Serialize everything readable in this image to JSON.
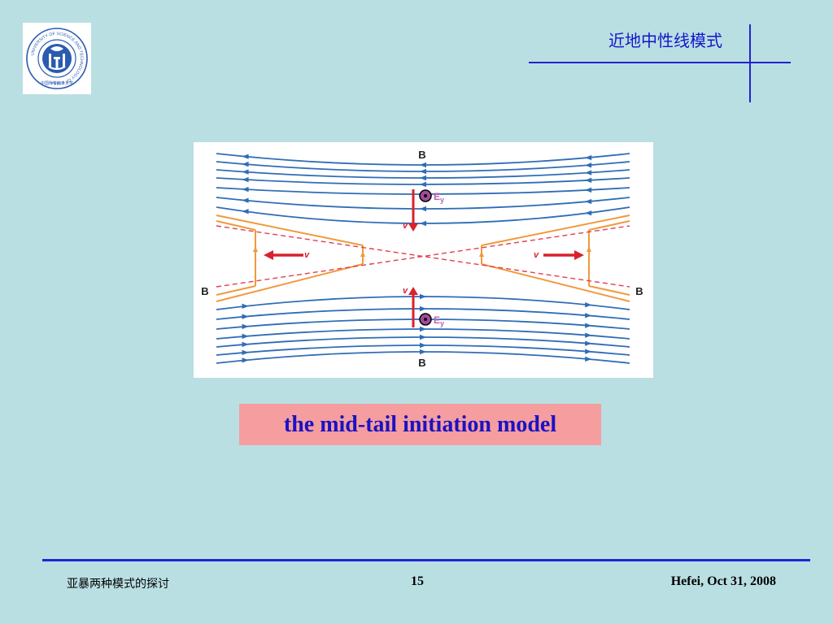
{
  "header": {
    "title": "近地中性线模式"
  },
  "logo": {
    "icon": "university-seal-icon",
    "ring_text": "UNIVERSITY OF SCIENCE AND TECHNOLOGY OF CHINA",
    "bottom_text": "中国科学技术大学"
  },
  "diagram": {
    "labels": {
      "b_top": "B",
      "b_bottom": "B",
      "b_left": "B",
      "b_right": "B",
      "v_top": "v",
      "v_bottom": "v",
      "v_left": "v",
      "v_right": "v",
      "ey_main": "E",
      "ey_sub": "y"
    },
    "colors": {
      "field_line": "#2f6db6",
      "separatrix": "#f09a3e",
      "neutral_line": "#e04050",
      "velocity_arrow": "#d8222c",
      "ey_fill": "#a24a9b",
      "ey_label": "#c060b0"
    },
    "icons": {
      "out_of_page": "dot-in-circle-icon",
      "flow": "arrow-icon"
    }
  },
  "caption": {
    "text": "the mid-tail initiation model"
  },
  "footer": {
    "left": "亚暴两种模式的探讨",
    "page_number": "15",
    "right": "Hefei, Oct 31, 2008"
  }
}
